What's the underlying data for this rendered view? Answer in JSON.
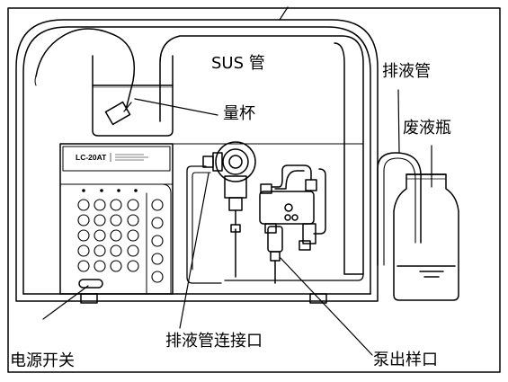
{
  "labels": {
    "sus_tube": "SUS 管",
    "drain_tube": "排液管",
    "beaker": "量杯",
    "waste_bottle": "废液瓶",
    "power_switch": "电源开关",
    "drain_connector": "排液管连接口",
    "pump_outlet": "泵出样口"
  },
  "panel": {
    "model": "LC-20AT"
  },
  "colors": {
    "line": "#000000",
    "background": "#ffffff"
  }
}
